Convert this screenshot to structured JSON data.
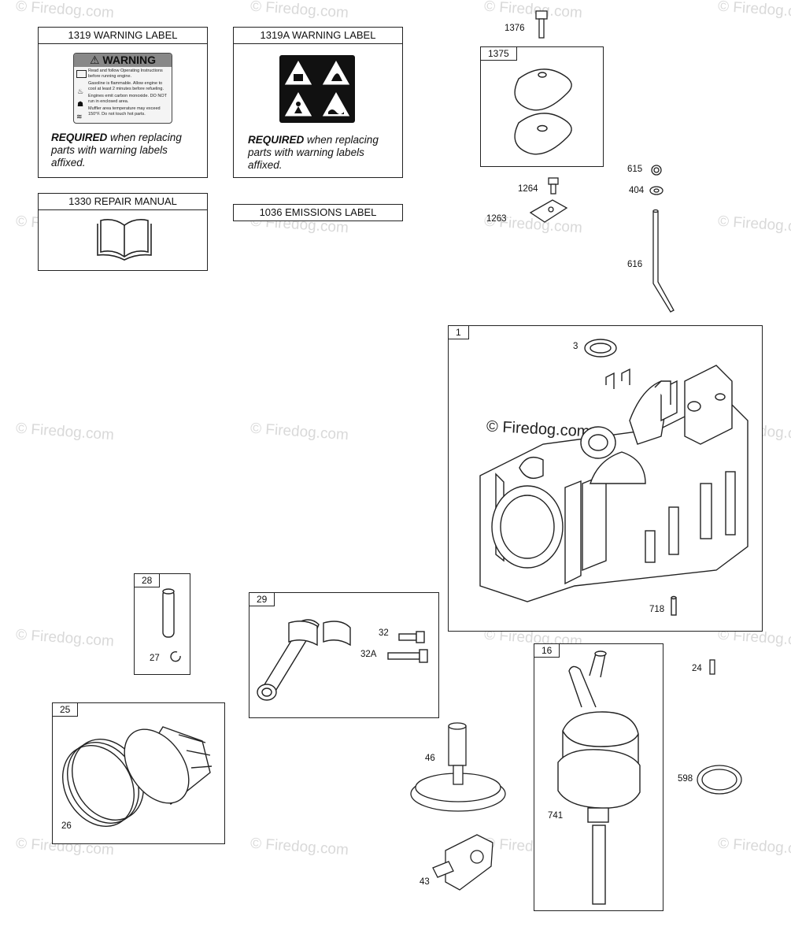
{
  "watermark": "© Firedog.com",
  "labels": {
    "l1319": {
      "title": "1319 WARNING LABEL",
      "sticker_heading": "WARNING",
      "sticker_lines": [
        "Read and follow Operating Instructions before running engine.",
        "Gasoline is flammable. Allow engine to cool at least 2 minutes before refueling.",
        "Engines emit carbon monoxide. DO NOT run in enclosed area.",
        "Muffler area temperature may exceed 150°F. Do not touch hot parts."
      ],
      "req_bold": "REQUIRED",
      "req_rest_1": " when replacing",
      "req_line2": "parts with warning labels",
      "req_line3": "affixed."
    },
    "l1319a": {
      "title": "1319A WARNING LABEL",
      "req_bold": "REQUIRED",
      "req_rest_1": " when replacing",
      "req_line2": "parts with warning labels",
      "req_line3": "affixed."
    },
    "l1330": {
      "title": "1330 REPAIR MANUAL"
    },
    "l1036": {
      "title": "1036 EMISSIONS LABEL"
    }
  },
  "boxes": {
    "b1375": "1375",
    "b1": "1",
    "b28": "28",
    "b29": "29",
    "b25": "25",
    "b16": "16"
  },
  "callouts": {
    "p1376": "1376",
    "p1264": "1264",
    "p1263": "1263",
    "p615": "615",
    "p404": "404",
    "p616": "616",
    "p3": "3",
    "p718": "718",
    "p27": "27",
    "p32": "32",
    "p32a": "32A",
    "p26": "26",
    "p46": "46",
    "p43": "43",
    "p741": "741",
    "p24": "24",
    "p598": "598"
  },
  "diagram_watermark": "© Firedog.com"
}
